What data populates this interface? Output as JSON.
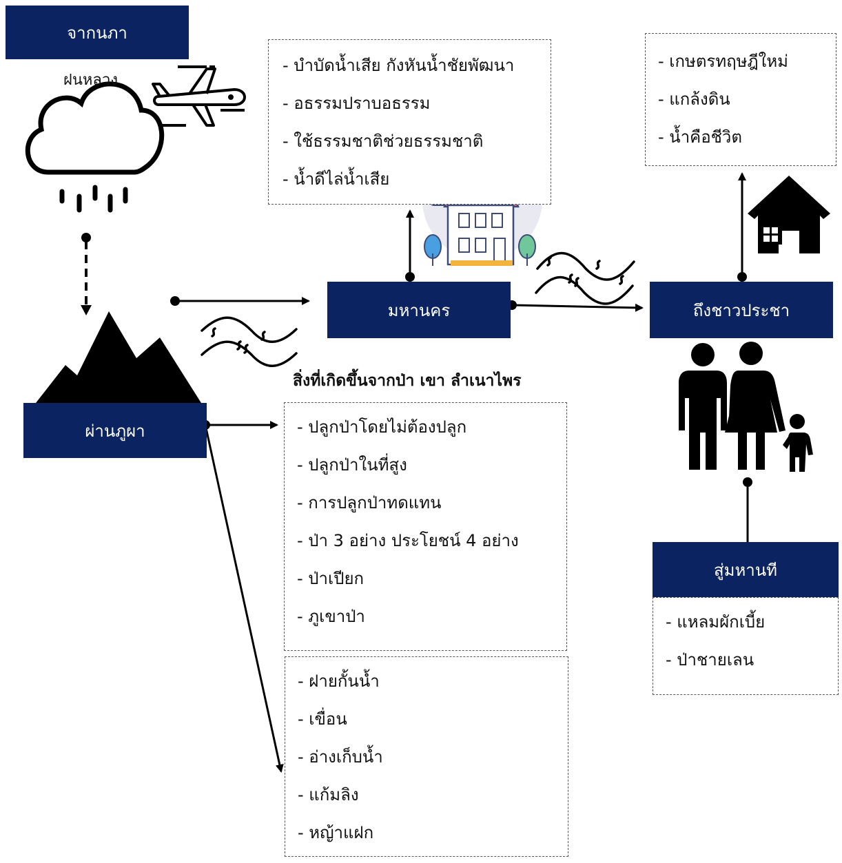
{
  "nodes": {
    "source": "จากนภา",
    "mountain": "ผ่านภูผา",
    "city": "มหานคร",
    "field": "ถึงชาวประชา",
    "sea": "สู่มหานที"
  },
  "rain_label": "ฝนหลวง",
  "forest_title": "สิ่งที่เกิดขึ้นจากป่า เขา ลำเนาไพร",
  "city_list": [
    "- บำบัดน้ำเสีย กังหันน้ำชัยพัฒนา",
    "- อธรรมปราบอธรรม",
    "- ใช้ธรรมชาติช่วยธรรมชาติ",
    "- น้ำดีไล่น้ำเสีย"
  ],
  "field_list": [
    "- เกษตรทฤษฎีใหม่",
    "- แกล้งดิน",
    "- น้ำคือชีวิต"
  ],
  "forest_list": [
    "- ปลูกป่าโดยไม่ต้องปลูก",
    "- ปลูกป่าในที่สูง",
    "- การปลูกป่าทดแทน",
    "- ป่า 3 อย่าง ประโยชน์ 4 อย่าง",
    "- ป่าเปียก",
    "- ภูเขาป่า"
  ],
  "water_list": [
    "- ฝายกั้นน้ำ",
    "- เขื่อน",
    "- อ่างเก็บน้ำ",
    "- แก้มลิง",
    "- หญ้าแฝก"
  ],
  "sea_list": [
    "- แหลมผักเบี้ย",
    "- ป่าชายเลน"
  ],
  "colors": {
    "box": "#0b2360",
    "line": "#000000"
  }
}
